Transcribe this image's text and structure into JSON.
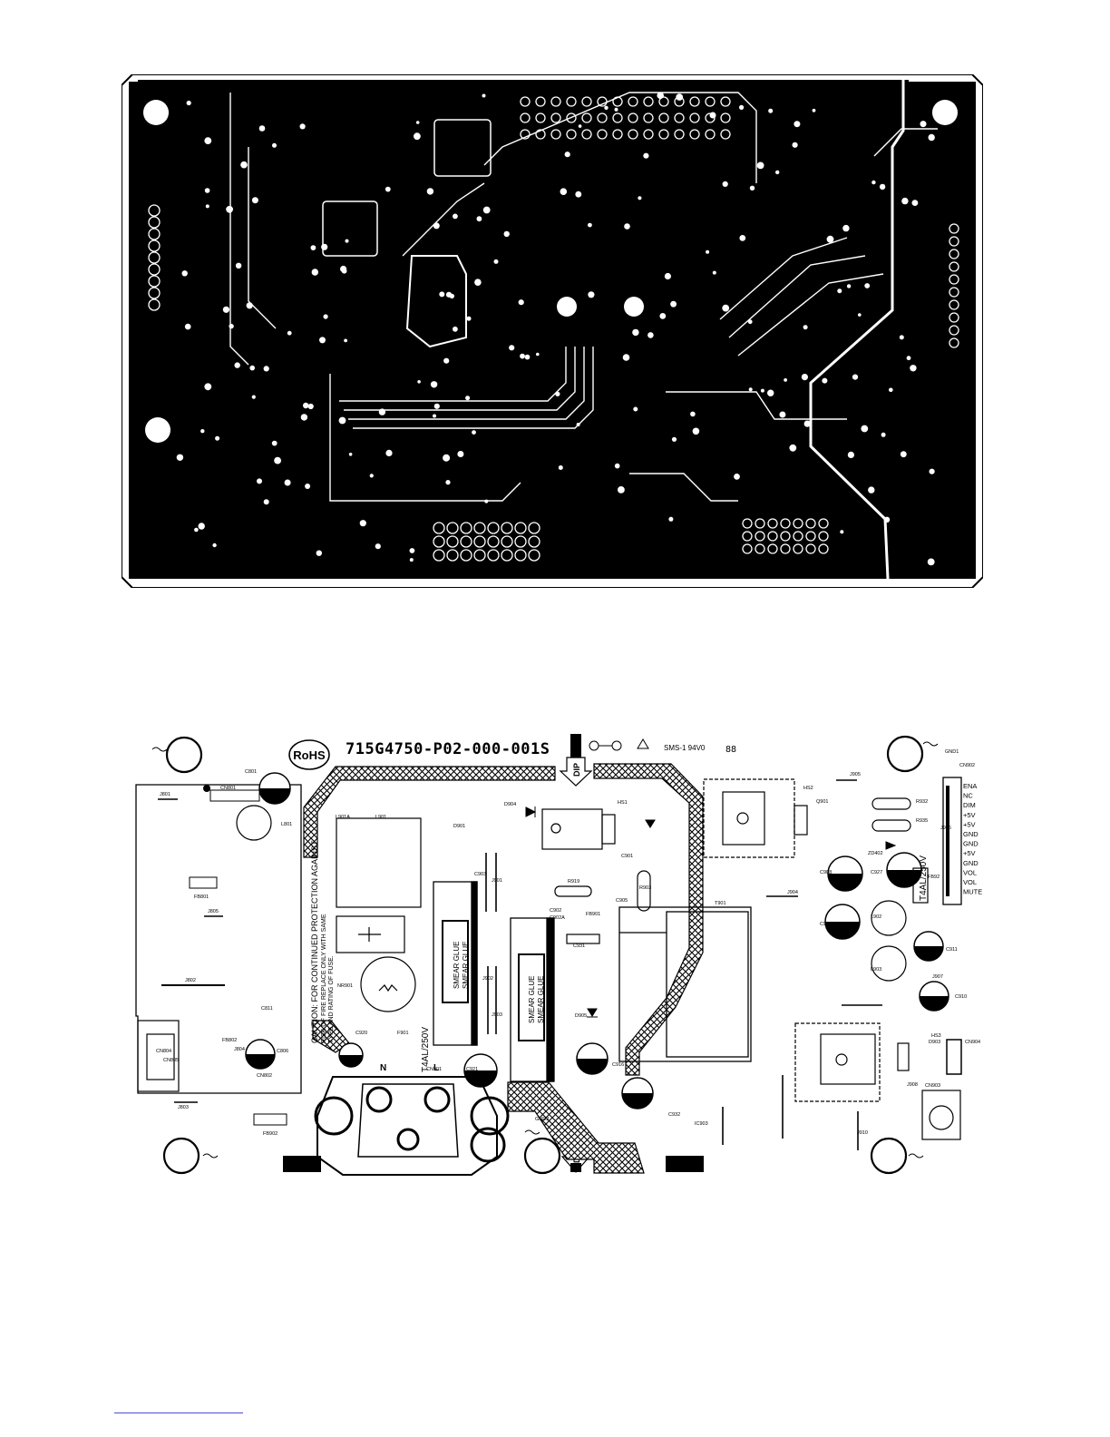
{
  "bottom_board": {
    "part_number": "715G4750-P02-000-001S",
    "rohs": "RoHS",
    "marking": "SMS-1 94V0",
    "marking_code": "88",
    "dip_label": "DIP",
    "caution_lines": [
      "CAUTION: FOR CONTINUED PROTECTION AGAINST",
      "RISK OF FIRE REPLACE ONLY WITH SAME",
      "TYPE AND RATING OF FUSE."
    ],
    "fuse_left": "T4AL/250V",
    "fuse_right": "T4AL/250V",
    "smear_glue": "SMEAR GLUE",
    "neutral": "N",
    "line": "L",
    "connector_pins": [
      "ENA",
      "NC",
      "DIM",
      "+5V",
      "+5V",
      "GND",
      "GND",
      "+5V",
      "GND",
      "VOL",
      "VOL",
      "MUTE"
    ],
    "refs": {
      "c801": "C801",
      "j801": "J801",
      "cn801": "CN801",
      "l801": "L801",
      "fb801": "FB801",
      "j805": "J805",
      "j802": "J802",
      "c811": "C811",
      "j804": "J804",
      "fb802": "FB802",
      "cn804": "CN804",
      "cn805": "CN805",
      "cn802": "CN802",
      "c806": "C806",
      "j803": "J803",
      "fb902": "FB902",
      "l901a": "L901A",
      "l901": "L901",
      "c903": "C903",
      "nr901": "NR901",
      "c920": "C920",
      "f901": "F901",
      "cn901": "CN901",
      "c921": "C921",
      "j901": "J901",
      "j903": "J903",
      "j902": "J902",
      "c902": "C902",
      "c902a": "C902A",
      "d904": "D904",
      "hs1": "HS1",
      "d901": "D901",
      "c901": "C901",
      "r919": "R919",
      "fb901": "FB901",
      "c931": "C931",
      "c905": "C905",
      "r903": "R903",
      "d905": "D905",
      "c916": "C916",
      "c930": "C930",
      "gnd2": "GND2",
      "ic903": "IC903",
      "c932": "C932",
      "j905": "J905",
      "j904": "J904",
      "t901": "T901",
      "hs2": "HS2",
      "q901": "Q901",
      "r932": "R932",
      "r935": "R935",
      "zd402": "ZD402",
      "c908": "C908",
      "c927": "C927",
      "c907": "C907",
      "l902": "L902",
      "l903": "L903",
      "fb92": "FB92",
      "c911": "C911",
      "j907": "J907",
      "c910": "C910",
      "hs3": "HS3",
      "d903": "D903",
      "cn904": "CN904",
      "cn903": "CN903",
      "gnd1": "GND1",
      "cn902": "CN902",
      "j906": "J906",
      "j910": "J910",
      "j908": "J908"
    }
  }
}
